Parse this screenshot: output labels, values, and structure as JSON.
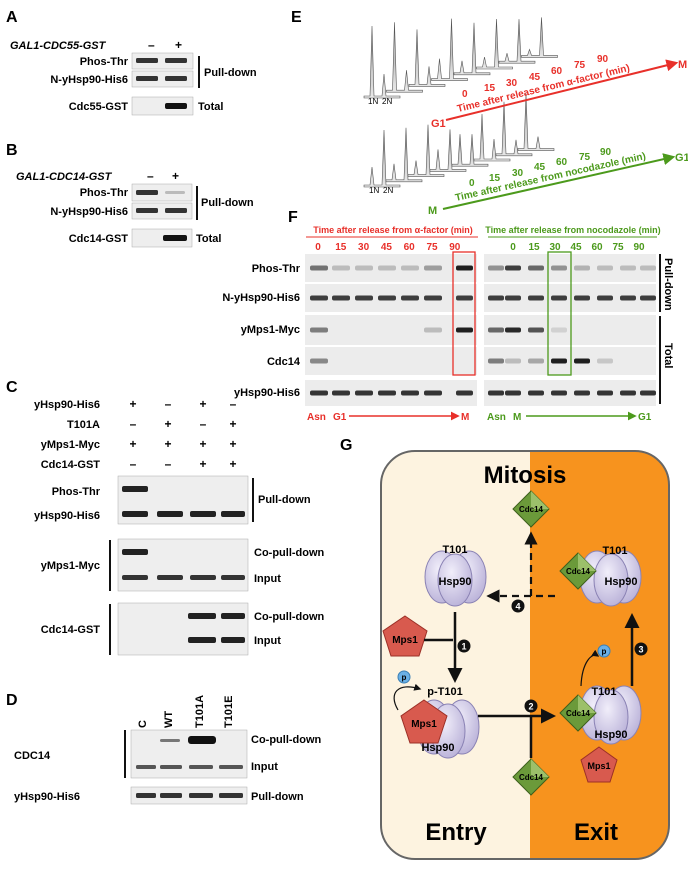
{
  "panels": {
    "A": {
      "letter": "A",
      "gene": "GAL1-CDC55-GST",
      "signs": [
        "–",
        "+"
      ],
      "rows": [
        "Phos-Thr",
        "N-yHsp90-His6",
        "Cdc55-GST"
      ],
      "bracket_pull": "Pull-down",
      "bracket_total": "Total"
    },
    "B": {
      "letter": "B",
      "gene": "GAL1-CDC14-GST",
      "signs": [
        "–",
        "+"
      ],
      "rows": [
        "Phos-Thr",
        "N-yHsp90-His6",
        "Cdc14-GST"
      ],
      "bracket_pull": "Pull-down",
      "bracket_total": "Total"
    },
    "C": {
      "letter": "C",
      "conditions": [
        {
          "label": "yHsp90-His6",
          "signs": [
            "+",
            "–",
            "+",
            "–"
          ]
        },
        {
          "label": "T101A",
          "signs": [
            "–",
            "+",
            "–",
            "+"
          ]
        },
        {
          "label": "yMps1-Myc",
          "signs": [
            "+",
            "+",
            "+",
            "+"
          ]
        },
        {
          "label": "Cdc14-GST",
          "signs": [
            "–",
            "–",
            "+",
            "+"
          ]
        }
      ],
      "rows": [
        "Phos-Thr",
        "yHsp90-His6",
        "yMps1-Myc",
        "Cdc14-GST"
      ],
      "labels_right": [
        "Pull-down",
        "Co-pull-down",
        "Input",
        "Co-pull-down",
        "Input"
      ]
    },
    "D": {
      "letter": "D",
      "columns": [
        "C",
        "WT",
        "T101A",
        "T101E"
      ],
      "rows": [
        "CDC14",
        "yHsp90-His6"
      ],
      "labels_right": [
        "Co-pull-down",
        "Input",
        "Pull-down"
      ]
    },
    "E": {
      "letter": "E",
      "top_axis": "Time after release from α-factor (min)",
      "top_times": [
        "0",
        "15",
        "30",
        "45",
        "60",
        "75",
        "90"
      ],
      "top_start": "G1",
      "top_end": "M",
      "bottom_axis": "Time after release from nocodazole (min)",
      "bottom_times": [
        "0",
        "15",
        "30",
        "45",
        "60",
        "75",
        "90"
      ],
      "bottom_start": "M",
      "bottom_end": "G1",
      "ploidy": [
        "1N",
        "2N"
      ],
      "red": "#e8302a",
      "green": "#4c9a1c"
    },
    "F": {
      "letter": "F",
      "left_header": "Time after release from α-factor (min)",
      "right_header": "Time after release from nocodazole (min)",
      "times": [
        "0",
        "15",
        "30",
        "45",
        "60",
        "75",
        "90"
      ],
      "rows": [
        "Phos-Thr",
        "N-yHsp90-His6",
        "yMps1-Myc",
        "Cdc14",
        "yHsp90-His6"
      ],
      "side_labels": [
        "Pull-down",
        "Total"
      ],
      "left_footer": [
        "Asn",
        "G1",
        "M"
      ],
      "right_footer": [
        "Asn",
        "M",
        "G1"
      ]
    },
    "G": {
      "letter": "G",
      "title": "Mitosis",
      "entry": "Entry",
      "exit": "Exit",
      "hsp90": "Hsp90",
      "t101": "T101",
      "pt101": "p-T101",
      "mps1": "Mps1",
      "cdc14": "Cdc14",
      "p": "p",
      "steps": [
        "1",
        "2",
        "3",
        "4"
      ],
      "orange": "#f7931e",
      "cream": "#fdf3e0"
    }
  }
}
